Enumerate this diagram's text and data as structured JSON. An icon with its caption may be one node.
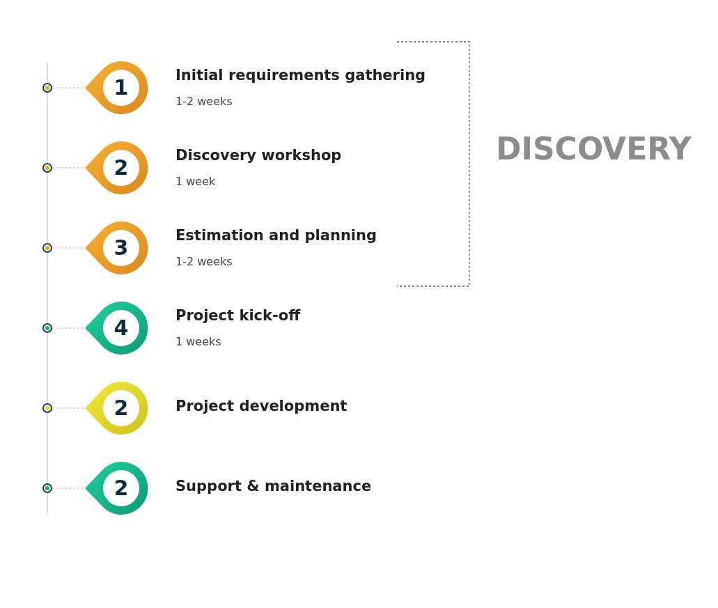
{
  "diagram": {
    "nodes": [
      {
        "text": [],
        "shape": "circle"
      },
      {
        "text": [
          "1"
        ],
        "beside": [
          "Initial requirements gathering",
          "1-2 weeks"
        ]
      },
      {
        "text": [],
        "shape": "circle"
      },
      {
        "text": [
          "2"
        ],
        "beside": [
          "Discovery workshop",
          "1 week"
        ]
      },
      {
        "text": [],
        "shape": "circle"
      },
      {
        "text": [
          "3"
        ],
        "beside": [
          "Estimation and planning",
          "1-2 weeks"
        ]
      },
      {
        "text": [],
        "shape": "circle"
      },
      {
        "text": [
          "4"
        ],
        "beside": [
          "Project kick-off",
          "1 weeks"
        ]
      },
      {
        "text": [],
        "shape": "circle"
      },
      {
        "text": [
          "2"
        ],
        "beside": [
          "Project development"
        ]
      },
      {
        "text": [],
        "shape": "circle"
      },
      {
        "text": [
          "2"
        ],
        "beside": [
          "Support & maintenance"
        ]
      }
    ],
    "edges": [
      {
        "from": 0,
        "to": 1,
        "arrow": "none",
        "style": "dashed"
      },
      {
        "from": 2,
        "to": 3,
        "arrow": "none",
        "style": "dashed"
      },
      {
        "from": 4,
        "to": 5,
        "arrow": "none",
        "style": "dashed"
      },
      {
        "from": 6,
        "to": 7,
        "arrow": "none",
        "style": "dashed"
      },
      {
        "from": 8,
        "to": 9,
        "arrow": "none",
        "style": "dashed"
      },
      {
        "from": 10,
        "to": 11,
        "arrow": "none",
        "style": "dashed"
      }
    ],
    "labels": [
      "DISCOVERY"
    ]
  }
}
